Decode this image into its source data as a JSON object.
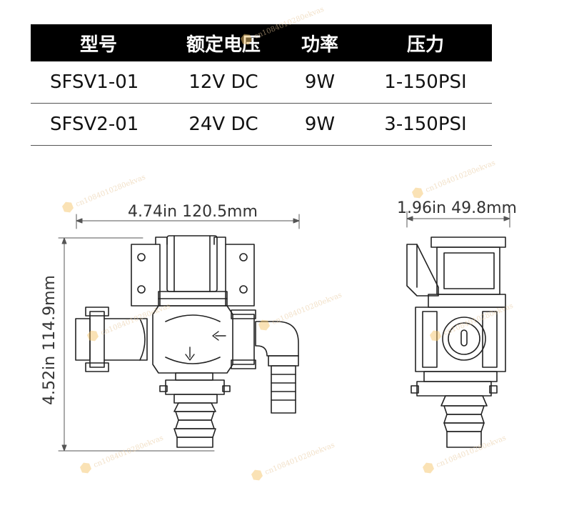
{
  "spec_table": {
    "headers": [
      "型号",
      "额定电压",
      "功率",
      "压力"
    ],
    "rows": [
      [
        "SFSV1-01",
        "12V DC",
        "9W",
        "1-150PSI"
      ],
      [
        "SFSV2-01",
        "24V DC",
        "9W",
        "3-150PSI"
      ]
    ]
  },
  "front_view": {
    "width_label": "4.74in 120.5mm",
    "height_label": "4.52in 114.9mm"
  },
  "side_view": {
    "width_label": "1.96in 49.8mm"
  },
  "watermark": "cn1084010280ekvas",
  "colors": {
    "header_bg": "#000000",
    "header_text": "#ffffff",
    "line": "#222222",
    "watermark": "#f0c080"
  }
}
